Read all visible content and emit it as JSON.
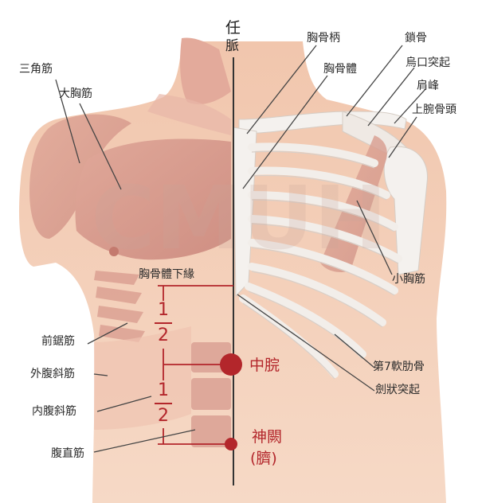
{
  "meridian": {
    "line1": "任",
    "line2": "脈"
  },
  "labels": {
    "deltoid": "三角筋",
    "pectoralis_major": "大胸筋",
    "manubrium": "胸骨柄",
    "sternum_body": "胸骨體",
    "clavicle": "鎖骨",
    "coracoid": "烏口突起",
    "acromion": "肩峰",
    "humeral_head": "上腕骨頭",
    "pectoralis_minor": "小胸筋",
    "sternum_lower_edge": "胸骨體下緣",
    "serratus_anterior": "前鋸筋",
    "external_oblique": "外腹斜筋",
    "internal_oblique": "内腹斜筋",
    "rectus_abdominis": "腹直筋",
    "seventh_costal_cartilage": "第7軟肋骨",
    "xiphoid": "劍狀突起"
  },
  "points": {
    "zhongwan": "中脘",
    "shenque": "神闕",
    "shenque_alt": "(臍)"
  },
  "fractions": [
    {
      "num": "1",
      "den": "2"
    },
    {
      "num": "1",
      "den": "2"
    }
  ],
  "watermark": "CMUH",
  "colors": {
    "skin": "#f3cdb5",
    "skin_light": "#f8e2d2",
    "muscle": "#d99c90",
    "muscle_dark": "#c8857a",
    "bone": "#f4f1ee",
    "bone_shadow": "#d9d2cc",
    "accent_red": "#b3262b",
    "leader": "#444444"
  }
}
